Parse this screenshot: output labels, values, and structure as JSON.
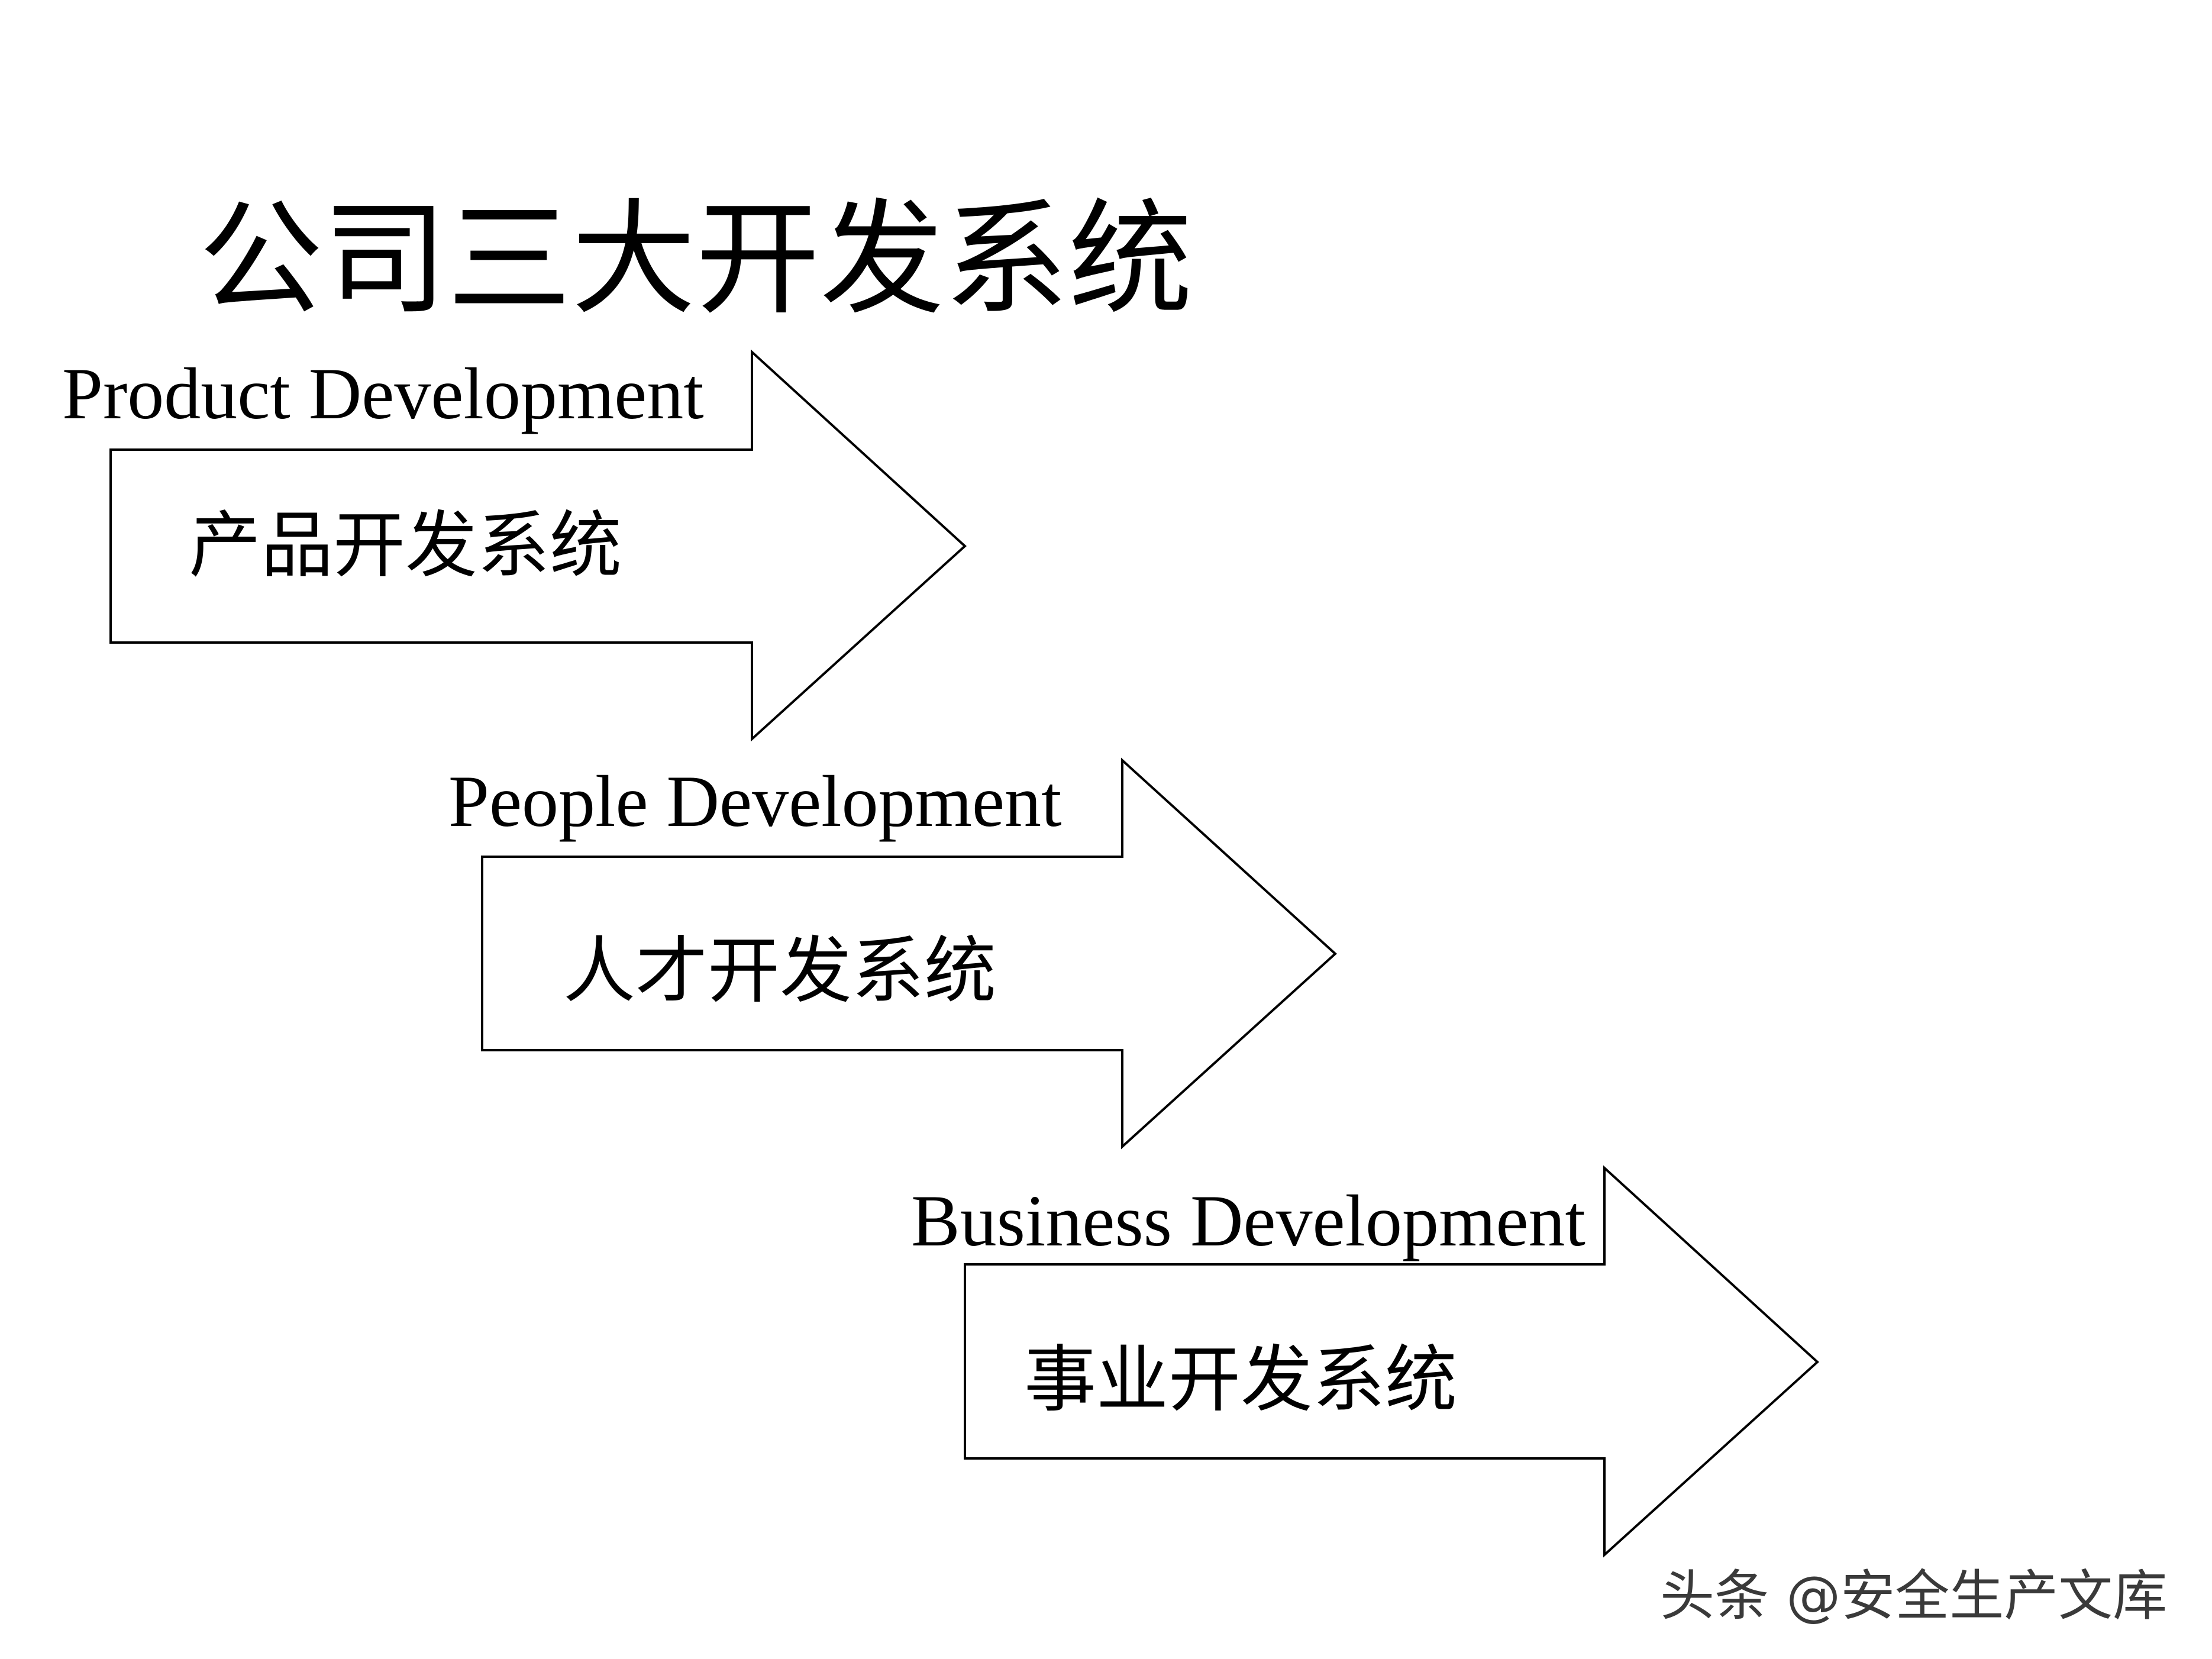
{
  "slide": {
    "title": "公司三大开发系统",
    "arrows": [
      {
        "english_label": "Product Development",
        "chinese_label": "产品开发系统"
      },
      {
        "english_label": "People Development",
        "chinese_label": "人才开发系统"
      },
      {
        "english_label": "Business Development",
        "chinese_label": "事业开发系统"
      }
    ],
    "colors": {
      "background": "#ffffff",
      "stroke": "#000000",
      "text": "#000000"
    }
  },
  "watermark": {
    "text": "头条 @安全生产文库"
  }
}
